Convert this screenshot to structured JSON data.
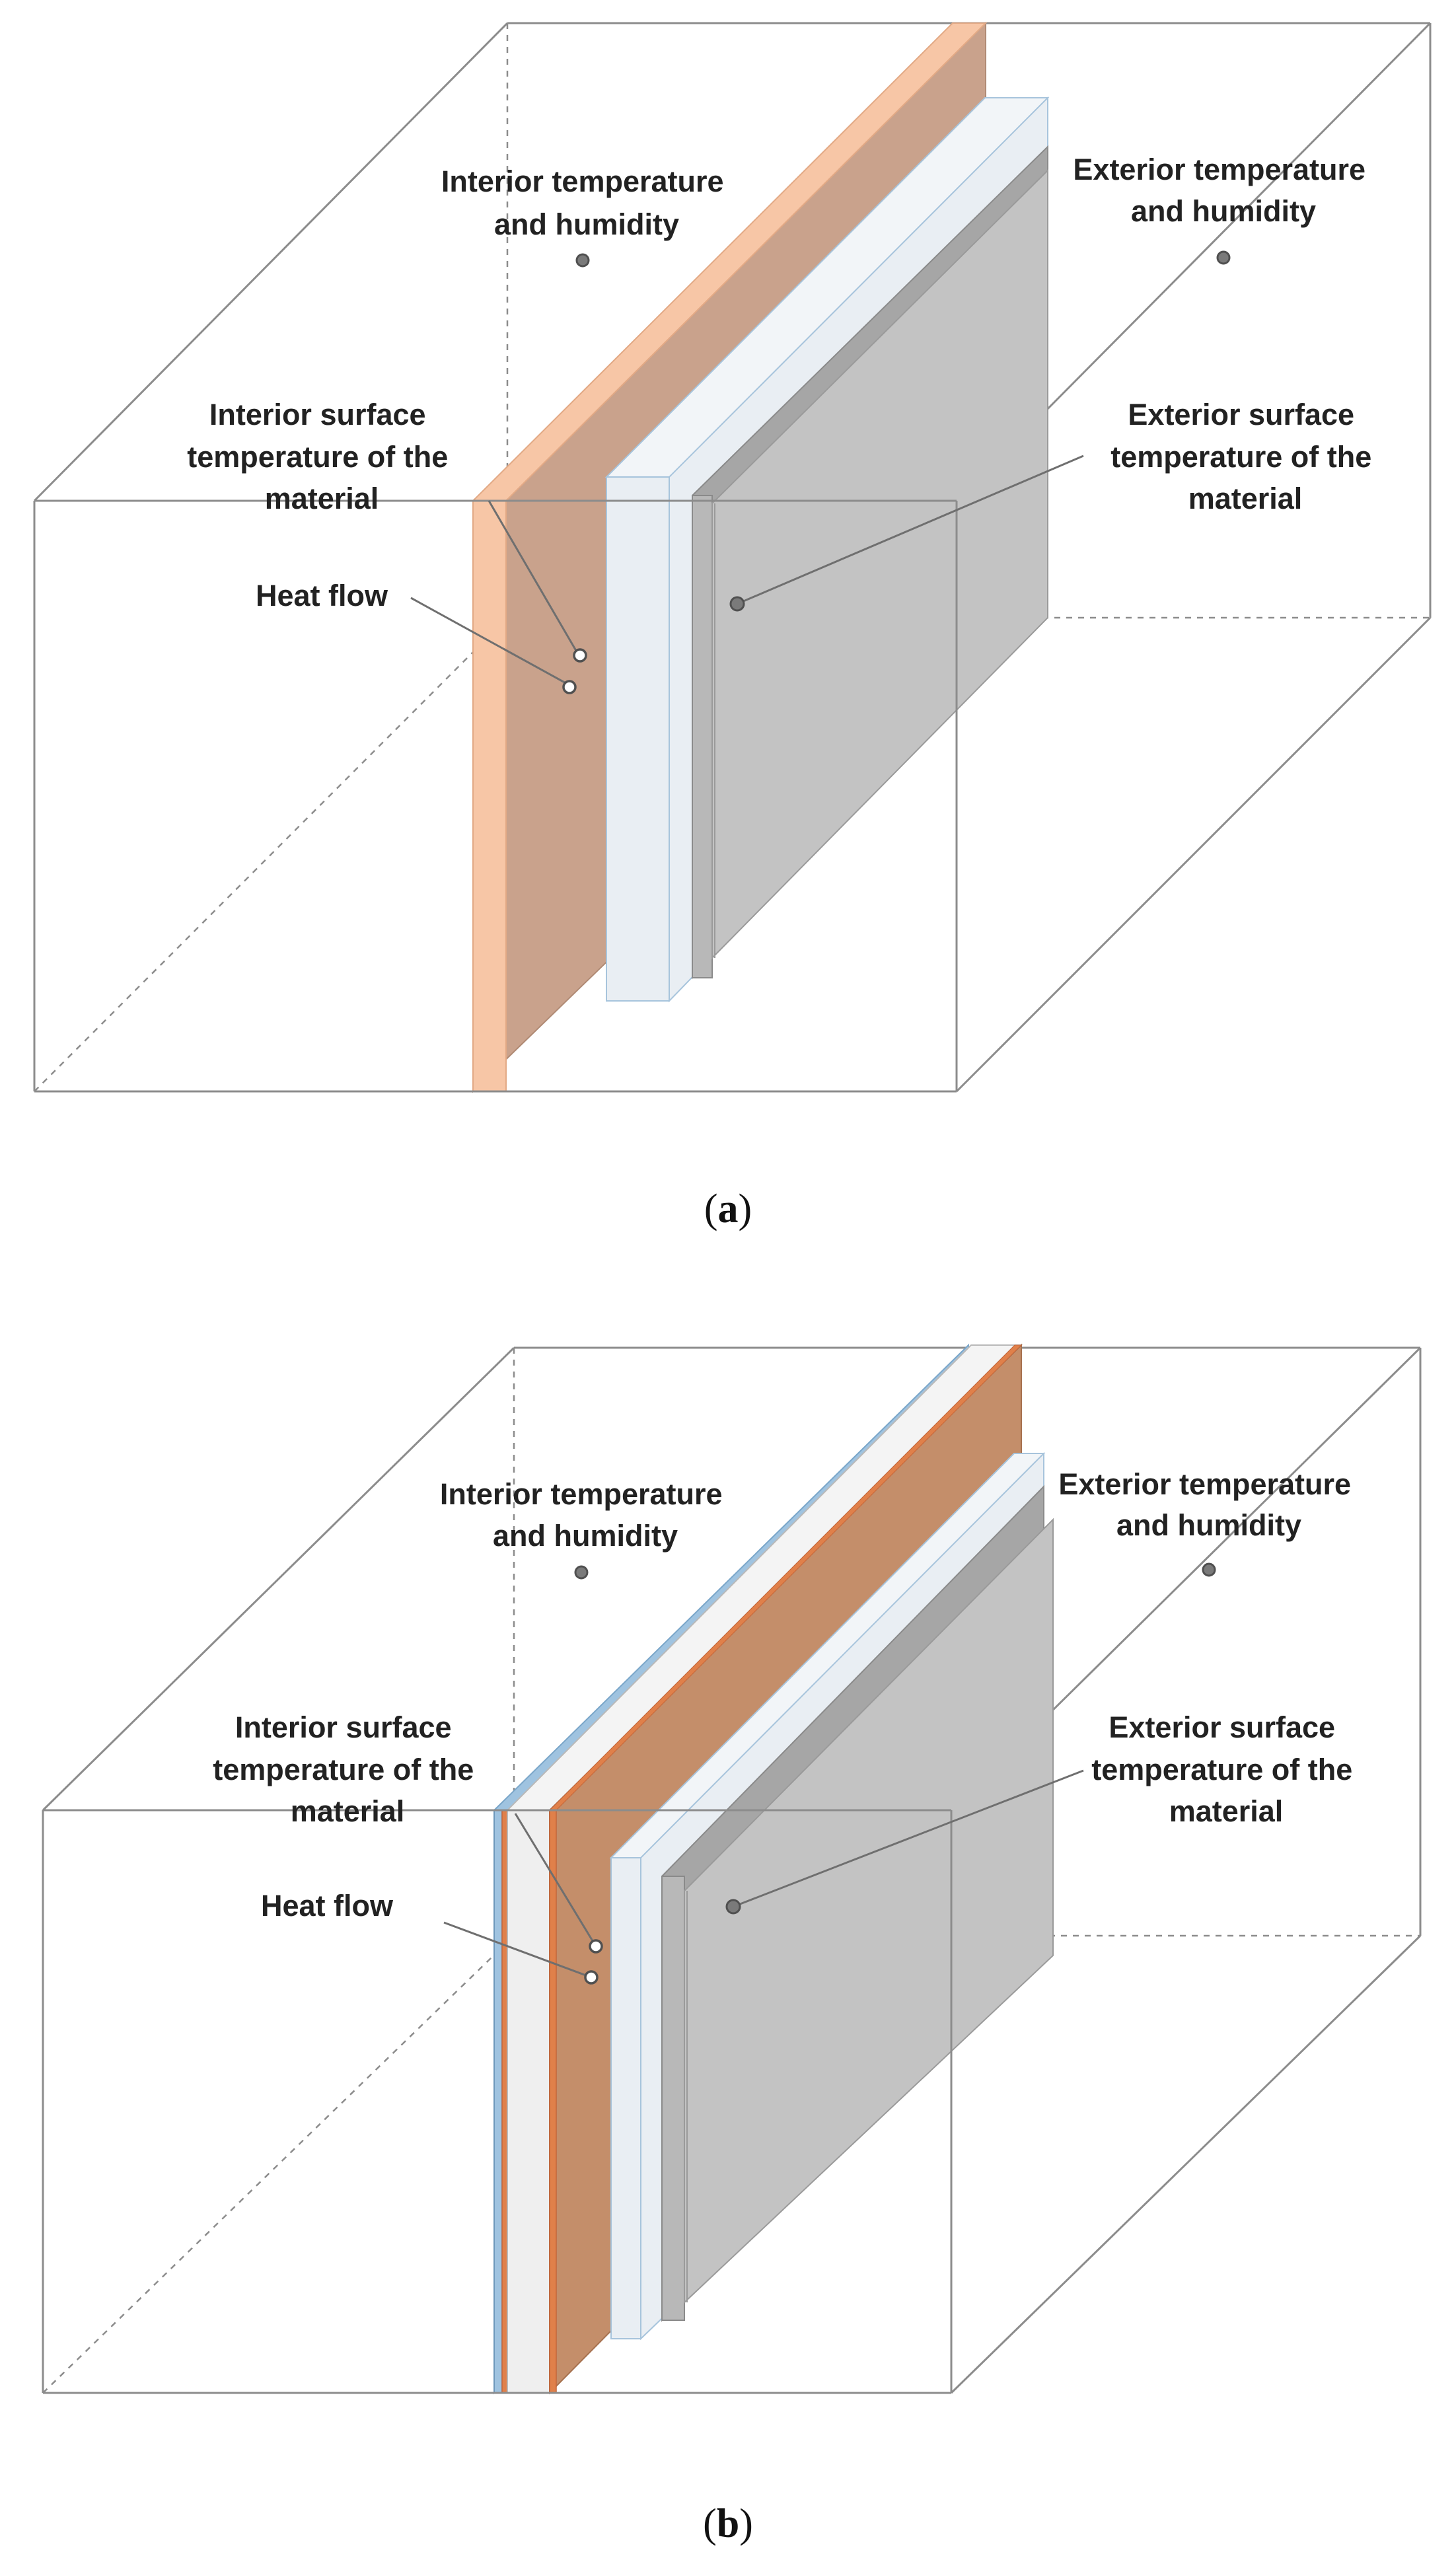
{
  "panels": [
    {
      "id": "a",
      "caption": "(a)",
      "caption_letter": "a",
      "labels": {
        "interior_air": [
          "Interior temperature",
          "and humidity"
        ],
        "exterior_air": [
          "Exterior temperature",
          "and humidity"
        ],
        "interior_surface": [
          "Interior surface",
          "temperature of the",
          "material"
        ],
        "exterior_surface": [
          "Exterior surface",
          "temperature of the",
          "material"
        ],
        "heat_flow": [
          "Heat flow"
        ]
      },
      "layer_colors": [
        "#f7c6a6",
        "#e9eef3",
        "#a6a6a6",
        "#c3c3c3"
      ]
    },
    {
      "id": "b",
      "caption": "(b)",
      "caption_letter": "b",
      "labels": {
        "interior_air": [
          "Interior temperature",
          "and humidity"
        ],
        "exterior_air": [
          "Exterior temperature",
          "and humidity"
        ],
        "interior_surface": [
          "Interior surface",
          "temperature of the",
          "material"
        ],
        "exterior_surface": [
          "Exterior surface",
          "temperature of the",
          "material"
        ],
        "heat_flow": [
          "Heat flow"
        ]
      },
      "layer_colors": [
        "#9fc3e0",
        "#e0804a",
        "#efefef",
        "#c48e6a",
        "#e9eef3",
        "#a6a6a6",
        "#c3c3c3"
      ]
    }
  ],
  "colors": {
    "box_edge": "#8c8c8c",
    "leader_line": "#6f6f6f",
    "air_point": "#7a7a7a",
    "surface_point": "#ffffff",
    "label_text": "#222222"
  }
}
